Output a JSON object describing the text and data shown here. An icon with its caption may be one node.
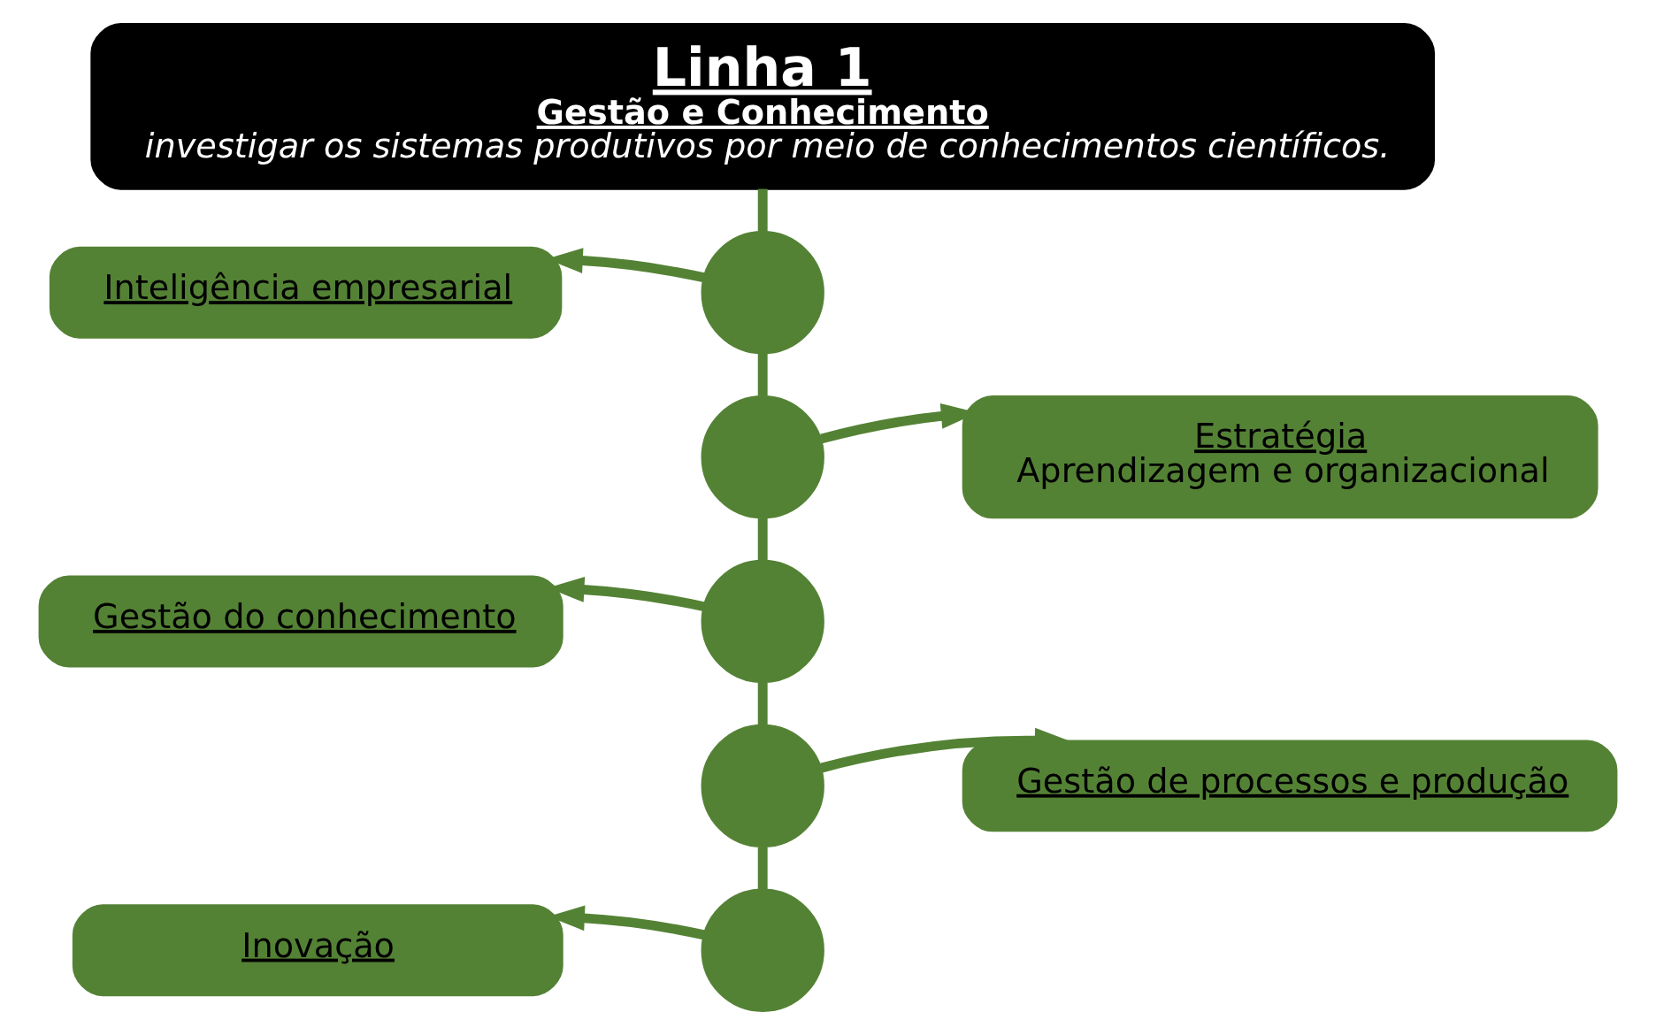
{
  "diagram": {
    "nodes": [
      {
        "text": [
          "Linha 1",
          "Gestão e Conhecimento",
          "investigar os sistemas produtivos por meio de conhecimentos científicos."
        ]
      },
      {
        "text": [],
        "shape": "circle"
      },
      {
        "text": [],
        "shape": "circle"
      },
      {
        "text": [],
        "shape": "circle"
      },
      {
        "text": [],
        "shape": "circle"
      },
      {
        "text": [],
        "shape": "circle"
      },
      {
        "text": [
          "Inteligência empresarial"
        ]
      },
      {
        "text": [
          "Estratégia",
          "Aprendizagem e organizacional"
        ]
      },
      {
        "text": [
          "Gestão do conhecimento"
        ]
      },
      {
        "text": [
          "Gestão de processos e produção"
        ]
      },
      {
        "text": [
          "Inovação"
        ]
      }
    ],
    "edges": [
      {
        "from": 0,
        "to": 1,
        "arrow": "none"
      },
      {
        "from": 1,
        "to": 2,
        "arrow": "none"
      },
      {
        "from": 2,
        "to": 3,
        "arrow": "none"
      },
      {
        "from": 3,
        "to": 4,
        "arrow": "none"
      },
      {
        "from": 4,
        "to": 5,
        "arrow": "none"
      },
      {
        "from": 1,
        "to": 6,
        "arrow": "to"
      },
      {
        "from": 2,
        "to": 7,
        "arrow": "to"
      },
      {
        "from": 3,
        "to": 8,
        "arrow": "to"
      },
      {
        "from": 4,
        "to": 9,
        "arrow": "to"
      },
      {
        "from": 5,
        "to": 10,
        "arrow": "to"
      }
    ]
  }
}
